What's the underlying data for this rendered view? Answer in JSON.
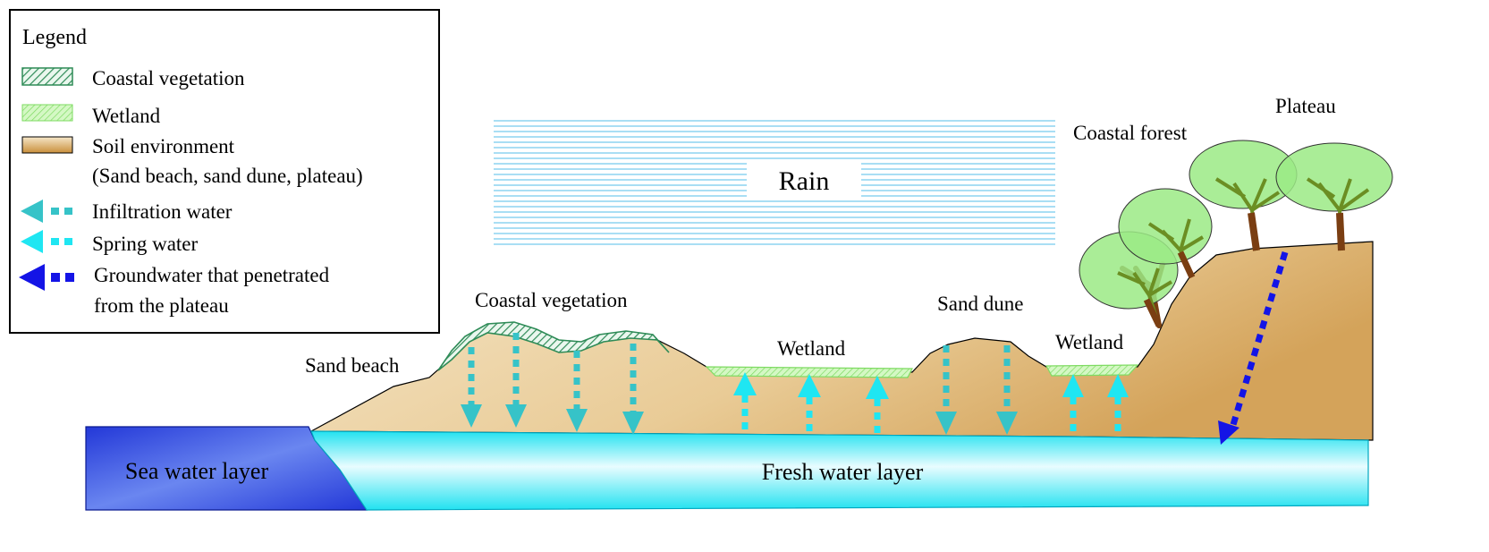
{
  "legend": {
    "title": "Legend",
    "items": [
      {
        "icon": "coastal-vegetation-swatch",
        "label": "Coastal vegetation"
      },
      {
        "icon": "wetland-swatch",
        "label": "Wetland"
      },
      {
        "icon": "soil-environment-swatch",
        "label": "Soil environment"
      },
      {
        "icon": "soil-environment-note",
        "label": "(Sand beach, sand dune, plateau)"
      },
      {
        "icon": "infiltration-arrow-icon",
        "label": "Infiltration water"
      },
      {
        "icon": "spring-arrow-icon",
        "label": "Spring water"
      },
      {
        "icon": "groundwater-arrow-icon",
        "label": "Groundwater that penetrated"
      },
      {
        "icon": "groundwater-arrow-icon",
        "label": "from the plateau"
      }
    ]
  },
  "labels": {
    "rain": "Rain",
    "coastal_forest": "Coastal forest",
    "plateau": "Plateau",
    "coastal_vegetation": "Coastal vegetation",
    "sand_beach": "Sand beach",
    "wetland_center": "Wetland",
    "sand_dune": "Sand dune",
    "wetland_right": "Wetland",
    "sea_water_layer": "Sea water layer",
    "fresh_water_layer": "Fresh water layer"
  },
  "colors": {
    "infiltration": "#36C3C8",
    "spring": "#1FE6F2",
    "groundwater": "#1414E6",
    "vegetation": "#2E8B57",
    "wetland": "#A6F08C",
    "soil_light": "#F3E2C0",
    "soil_dark": "#D6AE6E",
    "sea": "#1F3FD9",
    "fresh": "#35EAF2",
    "tree_foliage": "#9BEA85",
    "tree_trunk": "#7A3E12",
    "rain_lines": "#7ACBEF"
  }
}
